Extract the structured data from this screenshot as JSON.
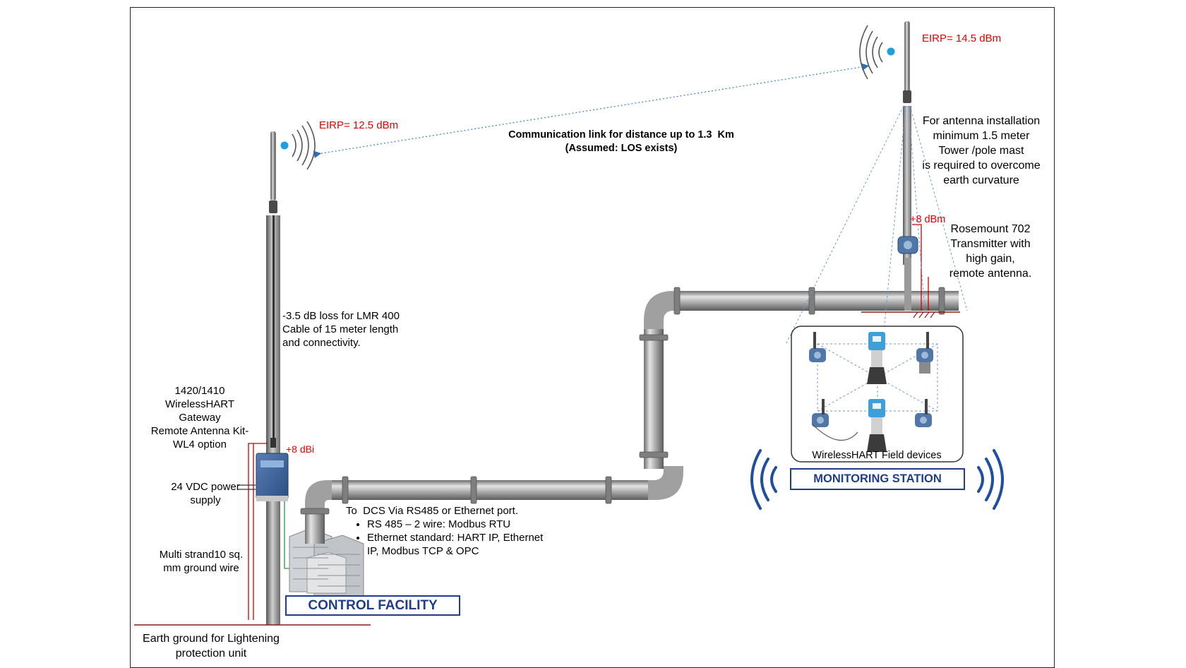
{
  "link": {
    "line1": "Communication link for distance up to 1.3  Km",
    "line2": "(Assumed: LOS exists)"
  },
  "left_antenna": {
    "eirp": "EIRP= 12.5 dBm"
  },
  "right_antenna": {
    "eirp": "EIRP= 14.5 dBm"
  },
  "cable_loss": {
    "line1": "-3.5 dB loss for LMR 400",
    "line2": "Cable of 15 meter length",
    "line3": "and connectivity."
  },
  "gateway": {
    "line1": "1420/1410",
    "line2": "WirelessHART",
    "line3": "Gateway",
    "line4": "Remote Antenna Kit-",
    "line5": "WL4 option",
    "gain": "+8 dBi"
  },
  "power": {
    "line1": "24 VDC power",
    "line2": "supply"
  },
  "ground_wire": {
    "line1": "Multi strand10 sq.",
    "line2": "mm ground wire"
  },
  "earth": {
    "line1": "Earth ground for Lightening",
    "line2": "protection unit"
  },
  "dcs": {
    "heading": "To  DCS Via RS485 or Ethernet port.",
    "bullet1": "RS 485 – 2 wire: Modbus RTU",
    "bullet2_line1": "Ethernet standard: HART IP, Ethernet",
    "bullet2_line2": "IP, Modbus TCP & OPC"
  },
  "control_facility": "CONTROL FACILITY",
  "monitoring_station": "MONITORING STATION",
  "field_devices": "WirelessHART Field devices",
  "mast_note": {
    "line1": "For antenna installation",
    "line2": "minimum 1.5 meter",
    "line3": "Tower /pole mast",
    "line4": "is required to overcome",
    "line5": "earth curvature"
  },
  "rosemount": {
    "gain": "+8 dBm",
    "line1": "Rosemount 702",
    "line2": "Transmitter with",
    "line3": "high gain,",
    "line4": "remote antenna."
  },
  "colors": {
    "red": "#e60000",
    "blue_box": "#1f3e8a",
    "wave_blue": "#1f4fa0",
    "dot_blue": "#1ba0e2",
    "pipe": "#9a9a9a",
    "ground": "#8b1a1a"
  }
}
